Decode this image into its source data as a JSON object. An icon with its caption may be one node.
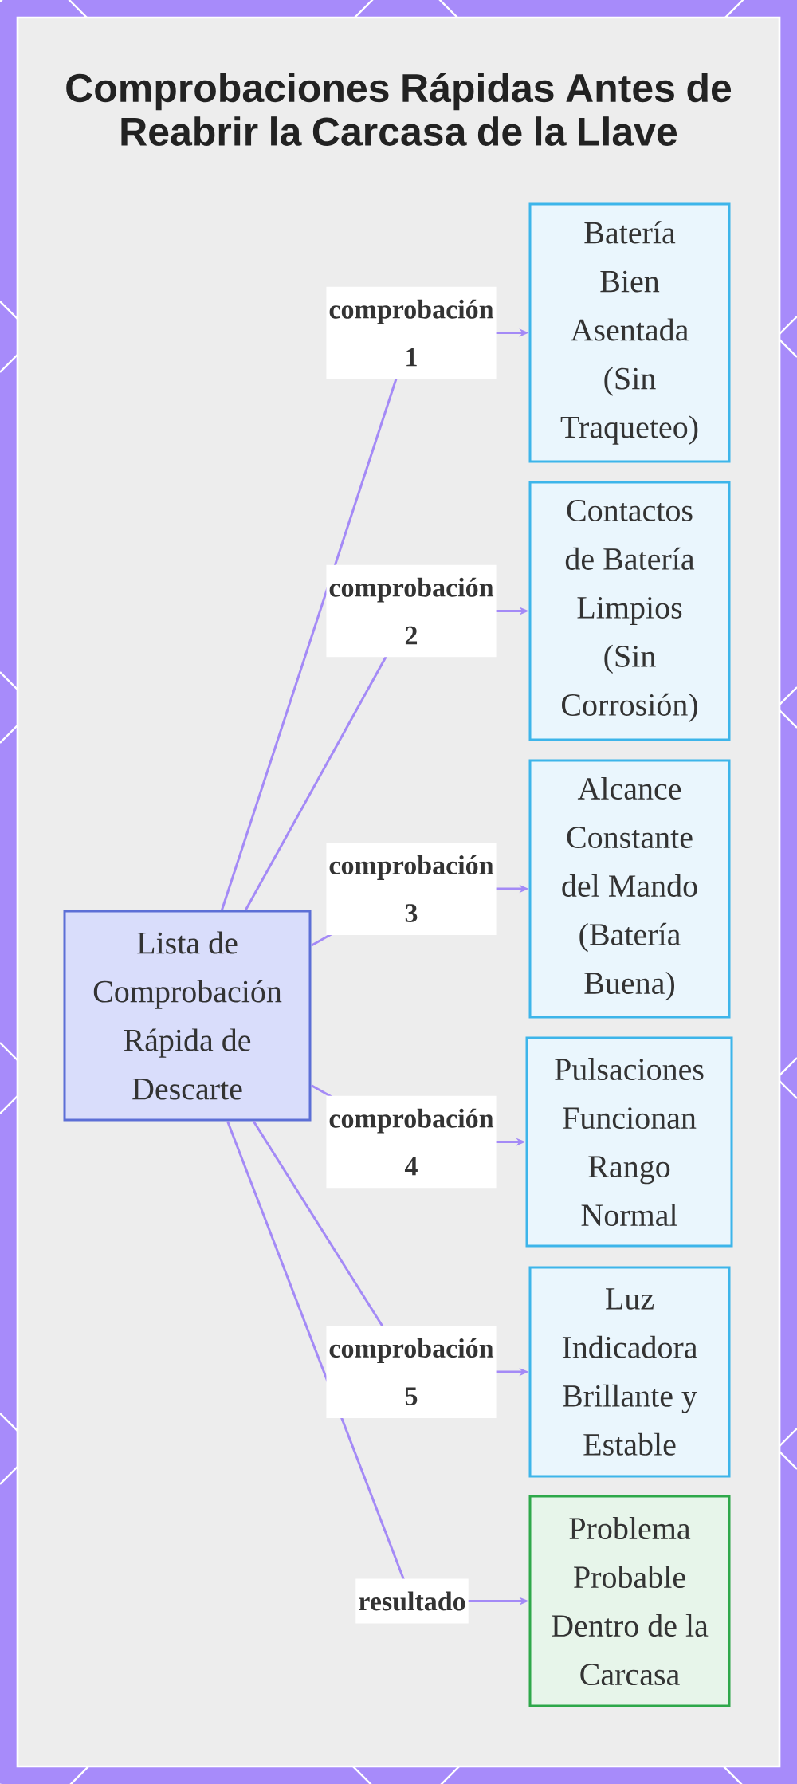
{
  "diagram": {
    "title": "Comprobaciones Rápidas Antes de Reabrir la Carcasa de la Llave",
    "nodes": [
      {
        "text": [
          "Lista de Comprobación Rápida de Descarte"
        ]
      },
      {
        "text": [
          "Batería Bien Asentada (Sin Traqueteo)"
        ]
      },
      {
        "text": [
          "Contactos de Batería Limpios (Sin Corrosión)"
        ]
      },
      {
        "text": [
          "Alcance Constante del Mando (Batería Buena)"
        ]
      },
      {
        "text": [
          "Pulsaciones Funcionan Rango Normal"
        ]
      },
      {
        "text": [
          "Luz Indicadora Brillante y Estable"
        ]
      },
      {
        "text": [
          "Problema Probable Dentro de la Carcasa"
        ]
      }
    ],
    "edges": [
      {
        "from": 0,
        "to": 1,
        "arrow": "to",
        "label": "comprobación 1"
      },
      {
        "from": 0,
        "to": 2,
        "arrow": "to",
        "label": "comprobación 2"
      },
      {
        "from": 0,
        "to": 3,
        "arrow": "to",
        "label": "comprobación 3"
      },
      {
        "from": 0,
        "to": 4,
        "arrow": "to",
        "label": "comprobación 4"
      },
      {
        "from": 0,
        "to": 5,
        "arrow": "to",
        "label": "comprobación 5"
      },
      {
        "from": 0,
        "to": 6,
        "arrow": "to",
        "label": "resultado"
      }
    ]
  }
}
